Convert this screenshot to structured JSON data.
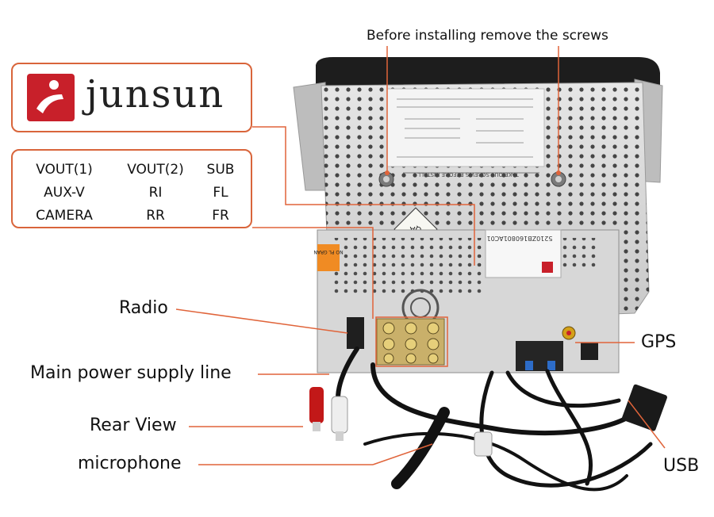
{
  "brand": {
    "name": "junsun",
    "accent": "#c8202a"
  },
  "colors": {
    "callout": "#d9653b",
    "leader": "#e0643a"
  },
  "top_note": "Before installing remove the screws",
  "outputs_grid": [
    [
      "VOUT(1)",
      "VOUT(2)",
      "SUB"
    ],
    [
      "AUX-V",
      "RI",
      "FL"
    ],
    [
      "CAMERA",
      "RR",
      "FR"
    ]
  ],
  "labels": {
    "radio": "Radio",
    "main_power": "Main power supply line",
    "rear_view": "Rear View",
    "microphone": "microphone",
    "gps": "GPS",
    "usb": "USB"
  },
  "device": {
    "sticker_text": "TAKE OUT SCREWS BEFORE INSTALL",
    "serial": "5210ZB160801AC01",
    "qa_text": "QA",
    "orange_label": "NO PL GRAN"
  }
}
